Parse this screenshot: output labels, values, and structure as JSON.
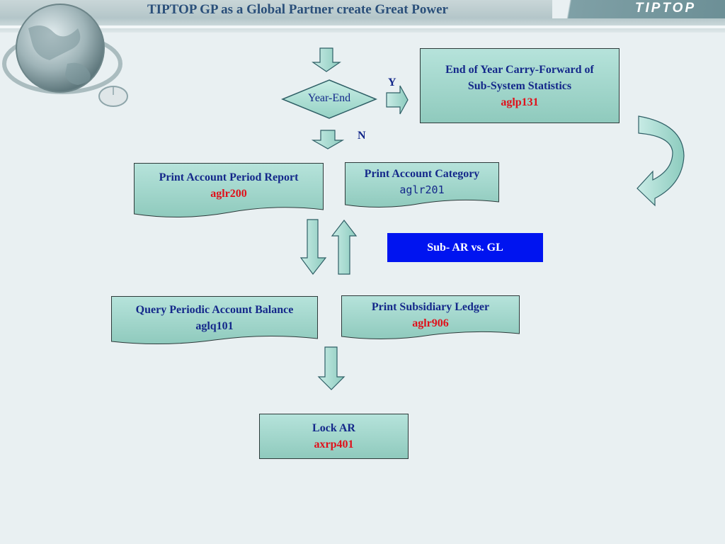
{
  "header": {
    "title": "TIPTOP GP as a Global Partner create Great Power",
    "brand": "TIPTOP"
  },
  "flow": {
    "decision": "Year-End",
    "yes_label": "Y",
    "no_label": "N",
    "carry_forward": {
      "title": "End of Year Carry-Forward of Sub-System Statistics",
      "code": "aglp131"
    },
    "period_report": {
      "title": "Print Account Period Report",
      "code": "aglr200"
    },
    "account_category": {
      "title": "Print Account Category",
      "code": "aglr201"
    },
    "sub_ar_label": "Sub- AR  vs. GL",
    "query_balance": {
      "title": "Query Periodic Account Balance",
      "code": "aglq101"
    },
    "subsidiary_ledger": {
      "title": "Print Subsidiary Ledger",
      "code": "aglr906"
    },
    "lock_ar": {
      "title": "Lock AR",
      "code": "axrp401"
    }
  },
  "colors": {
    "box_fill": "#9fd6cb",
    "text": "#14288a",
    "code": "#e0101a",
    "highlight": "#0014f0"
  }
}
